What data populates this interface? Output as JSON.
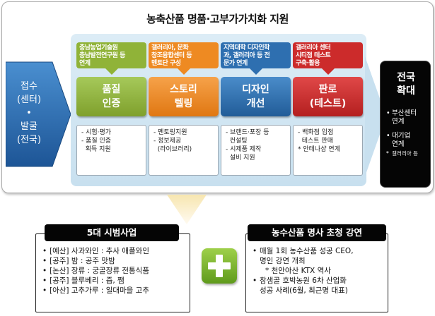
{
  "title": "농축산품 명품·고부가가치화 지원",
  "left_arrow": {
    "lines": [
      "접수",
      "(센터)",
      "•",
      "발굴",
      "(전국)"
    ]
  },
  "stages": [
    {
      "tag": "충남농업기술원\n충남발전연구원 등\n연계",
      "name_lines": [
        "품질",
        "인증"
      ],
      "details": [
        "- 시험·평가",
        "- 품질 인증",
        "  획득 지원"
      ]
    },
    {
      "tag": "갤러리아, 문화\n창조융합센터 등\n멘토단 구성",
      "name_lines": [
        "스토리",
        "텔링"
      ],
      "details": [
        "- 멘토링지원",
        "- 정보제공",
        "  (라이브러리)"
      ]
    },
    {
      "tag": "지역대학 디자인학\n과, 갤러리아 등 전\n문가 연계",
      "name_lines": [
        "디자인",
        "개선"
      ],
      "details": [
        "- 브랜드·포장 등",
        "  컨설팅",
        "- 시제품 제작",
        "  설비 지원"
      ]
    },
    {
      "tag": "갤러리아 센터\n시티점 테스트\n구축·활용",
      "name_lines": [
        "판로",
        "(테스트)"
      ],
      "details": [
        "- 백화점 입점",
        "  테스트 판매",
        "* 안테나샵 연계"
      ]
    }
  ],
  "result": {
    "title_lines": [
      "전국",
      "확대"
    ],
    "items": [
      "부산센터\n연계",
      "대기업\n연계"
    ],
    "note": "갤러리아 등"
  },
  "pilot": {
    "heading": "5대 시범사업",
    "items": [
      "[예산] 사과와인 : 추사 애플와인",
      "[공주] 밤 : 공주 맛밤",
      "[논산] 장류 : 궁골장류 전통식품",
      "[공주] 블루베리 : 즙, 쨈",
      "[아산] 고추가루 : 일대마을 고추"
    ]
  },
  "lecture": {
    "heading": "농수산품 명사 초청 강연",
    "item1_lines": [
      "매월 1회 농수산품 성공 CEO,",
      "명인 강연 개최"
    ],
    "item1_note": "* 천안아산 KTX 역사",
    "item2_lines": [
      "참샘골 호박농원 6차 산업화",
      "성공 사례(6월, 최근명 대표)"
    ]
  },
  "colors": {
    "quality": "#90b338",
    "story": "#ee8a22",
    "design": "#2e6fb0",
    "market": "#cc2b2b",
    "left_arrow": "#2e6fb5",
    "panel": "#d4e7f3"
  }
}
